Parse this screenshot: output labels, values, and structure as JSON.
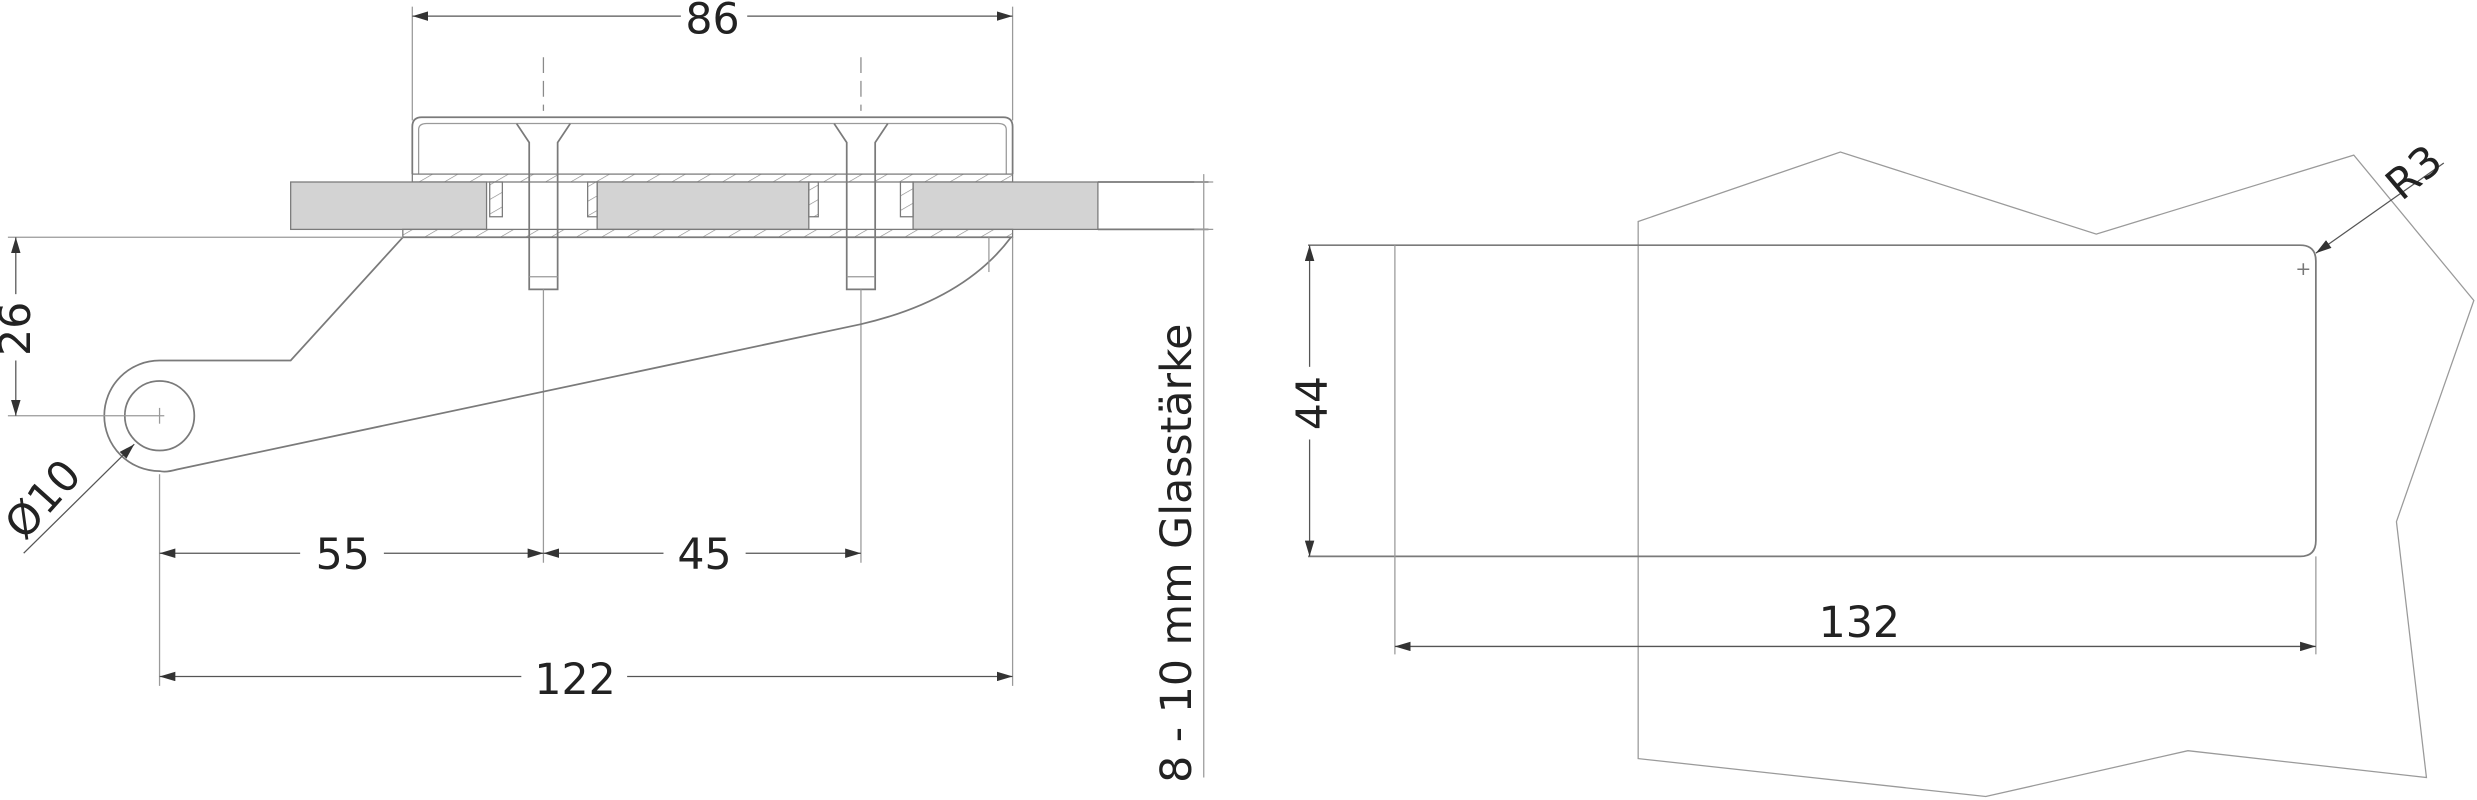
{
  "side_view": {
    "dim_width_top": "86",
    "dim_height": "26",
    "dim_pin_diameter": "Ø10",
    "dim_to_first_bolt": "55",
    "dim_bolt_spacing": "45",
    "dim_total_length": "122",
    "glass_thickness_label": "8 - 10 mm Glasstärke"
  },
  "cutout_view": {
    "dim_height": "44",
    "dim_length": "132",
    "dim_radius": "R3"
  },
  "colors": {
    "line": "#7a7a7a",
    "glass_fill": "#d3d3d3",
    "text": "#222222"
  }
}
